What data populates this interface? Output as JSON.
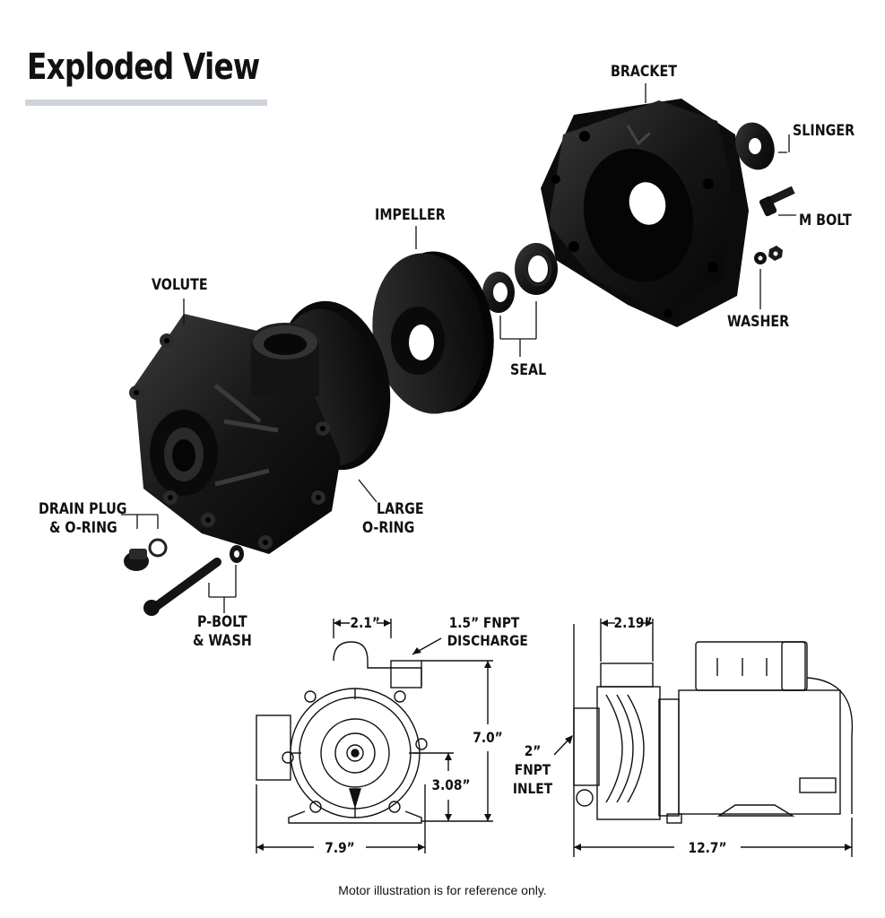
{
  "title": "Exploded View",
  "parts": {
    "bracket": "BRACKET",
    "slinger": "SLINGER",
    "m_bolt": "M BOLT",
    "impeller": "IMPELLER",
    "washer": "WASHER",
    "seal": "SEAL",
    "volute": "VOLUTE",
    "drain_plug": [
      "DRAIN PLUG",
      "& O-RING"
    ],
    "large_o_ring": [
      "LARGE",
      "O-RING"
    ],
    "p_bolt": [
      "P-BOLT",
      "& WASH"
    ]
  },
  "dimensions": {
    "front_width_top": "2.1”",
    "discharge": [
      "1.5” FNPT",
      "DISCHARGE"
    ],
    "side_width_top": "2.19”",
    "height": "7.0”",
    "inlet": [
      "2”",
      "FNPT",
      "INLET"
    ],
    "shaft_height": "3.08”",
    "front_width": "7.9”",
    "length": "12.7”"
  },
  "footnote": "Motor illustration is for reference only.",
  "colors": {
    "part": "#141414",
    "part_highlight": "#3a3a3a",
    "line": "#111111",
    "rule": "#cfd3da"
  }
}
